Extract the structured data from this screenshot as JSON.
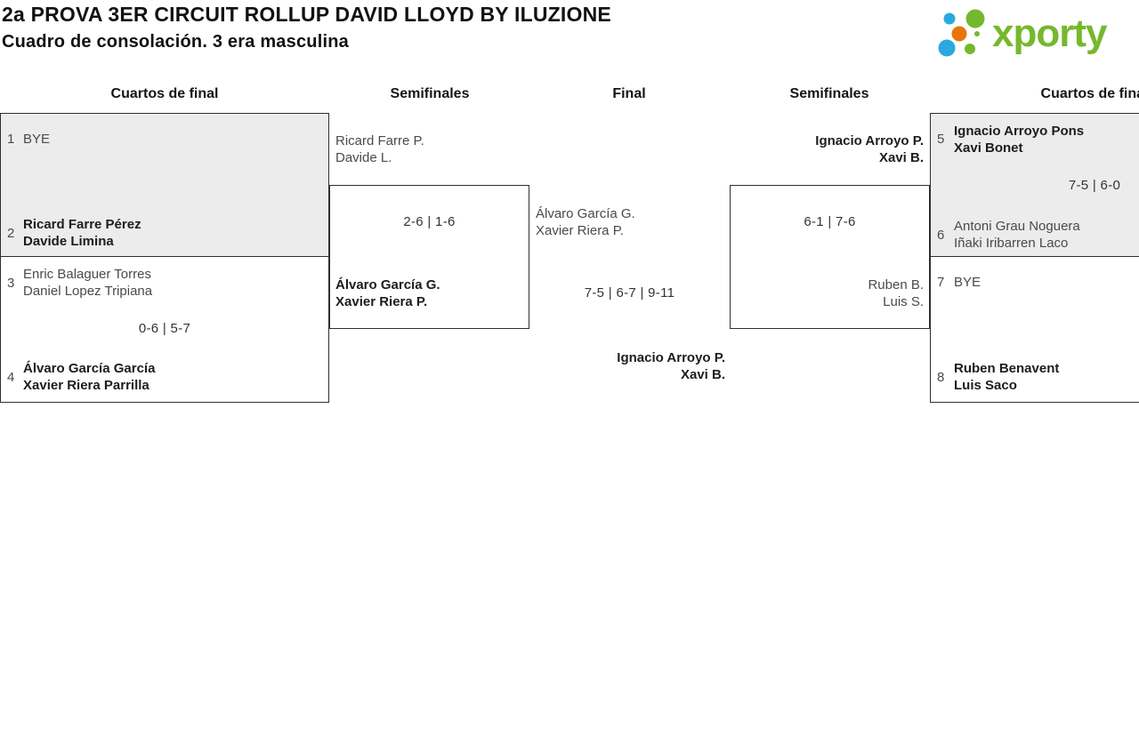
{
  "page": {
    "title": "2a PROVA 3ER CIRCUIT ROLLUP DAVID LLOYD BY ILUZIONE",
    "subtitle": "Cuadro de consolación. 3 era masculina"
  },
  "logo": {
    "text": "xporty",
    "colors": {
      "green": "#76b82d",
      "blue": "#29a9e0",
      "orange": "#e8750c"
    }
  },
  "rounds": [
    "Cuartos de final",
    "Semifinales",
    "Final",
    "Semifinales",
    "Cuartos de final"
  ],
  "matches": {
    "qf_left_1": {
      "seed_top": "1",
      "top1": "BYE",
      "seed_bottom": "2",
      "bottom1": "Ricard Farre Pérez",
      "bottom2": "Davide Limina"
    },
    "qf_left_2": {
      "seed_top": "3",
      "top1": "Enric Balaguer Torres",
      "top2": "Daniel Lopez Tripiana",
      "score": "0-6 | 5-7",
      "seed_bottom": "4",
      "bottom1": "Álvaro García García",
      "bottom2": "Xavier Riera Parrilla"
    },
    "sf_left": {
      "top1": "Ricard Farre P.",
      "top2": "Davide L.",
      "score": "2-6 | 1-6",
      "bottom1": "Álvaro García G.",
      "bottom2": "Xavier Riera P."
    },
    "final": {
      "top1": "Álvaro García G.",
      "top2": "Xavier Riera P.",
      "score": "7-5 | 6-7 | 9-11",
      "bottom1": "Ignacio Arroyo P.",
      "bottom2": "Xavi B."
    },
    "sf_right": {
      "top1": "Ignacio Arroyo P.",
      "top2": "Xavi B.",
      "score": "6-1 | 7-6",
      "bottom1": "Ruben B.",
      "bottom2": "Luis S."
    },
    "qf_right_1": {
      "seed_top": "5",
      "top1": "Ignacio Arroyo Pons",
      "top2": "Xavi Bonet",
      "score": "7-5 | 6-0",
      "seed_bottom": "6",
      "bottom1": "Antoni Grau Noguera",
      "bottom2": "Iñaki Iribarren Laco"
    },
    "qf_right_2": {
      "seed_top": "7",
      "top1": "BYE",
      "seed_bottom": "8",
      "bottom1": "Ruben Benavent",
      "bottom2": "Luis Saco"
    }
  }
}
